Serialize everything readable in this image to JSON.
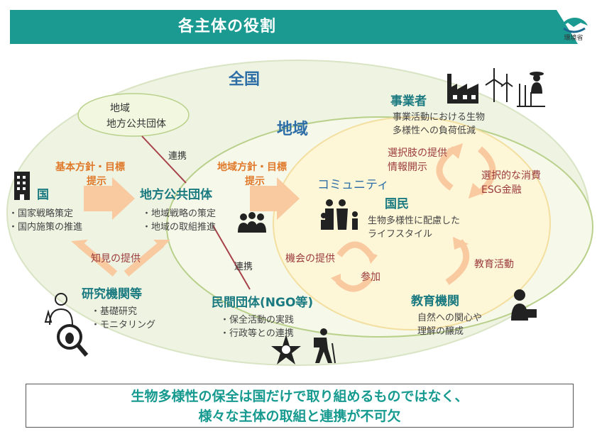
{
  "title": "各主体の役割",
  "logo_text": "環境省",
  "zones": {
    "national": "全国",
    "regional": "地域",
    "community": "コミュニティ"
  },
  "local_gov_top": {
    "line1": "地域",
    "line2": "地方公共団体"
  },
  "links": {
    "top": "連携",
    "bottom": "連携"
  },
  "arrows": {
    "basic_policy_1": "基本方針・目標",
    "basic_policy_2": "提示",
    "local_policy_1": "地域方針・目標",
    "local_policy_2": "提示",
    "knowledge": "知見の提供",
    "choices_1": "選択肢の提供",
    "choices_2": "情報開示",
    "selective_1": "選択的な消費",
    "selective_2": "ESG金融",
    "edu_activity": "教育活動",
    "opportunity": "機会の提供",
    "participation": "参加"
  },
  "actors": {
    "nation": {
      "label": "国",
      "items": [
        "・国家戦略策定",
        "・国内施策の推進"
      ]
    },
    "local_gov": {
      "label": "地方公共団体",
      "items": [
        "・地域戦略の策定",
        "・地域の取組推進"
      ]
    },
    "research": {
      "label": "研究機関等",
      "items": [
        "・基礎研究",
        "・モニタリング"
      ]
    },
    "ngo": {
      "label": "民間団体(NGO等)",
      "items": [
        "・保全活動の実践",
        "・行政等との連携"
      ]
    },
    "business": {
      "label": "事業者",
      "items": [
        "事業活動における生物",
        "多様性への負荷低減"
      ]
    },
    "citizen": {
      "label": "国民",
      "items": [
        "生物多様性に配慮した",
        "ライフスタイル"
      ]
    },
    "education": {
      "label": "教育機関",
      "items": [
        "自然への関心や",
        "理解の醸成"
      ]
    }
  },
  "icons": [
    "building-icon",
    "group-icon",
    "factory-icon",
    "wind-turbine-icon",
    "farmer-icon",
    "family-icon",
    "researcher-icon",
    "bug-magnifier-icon",
    "hiker-icon",
    "hands-circle-icon",
    "teacher-icon"
  ],
  "footer": {
    "line1": "生物多様性の保全は国だけで取り組めるものではなく、",
    "line2": "様々な主体の取組と連携が不可欠"
  },
  "colors": {
    "teal": "#1aa192",
    "national_fill": "#eef3e2",
    "region_fill": "#f6f8ea",
    "community_fill": "#fdf6d7",
    "arrow": "#f9c9a0"
  }
}
